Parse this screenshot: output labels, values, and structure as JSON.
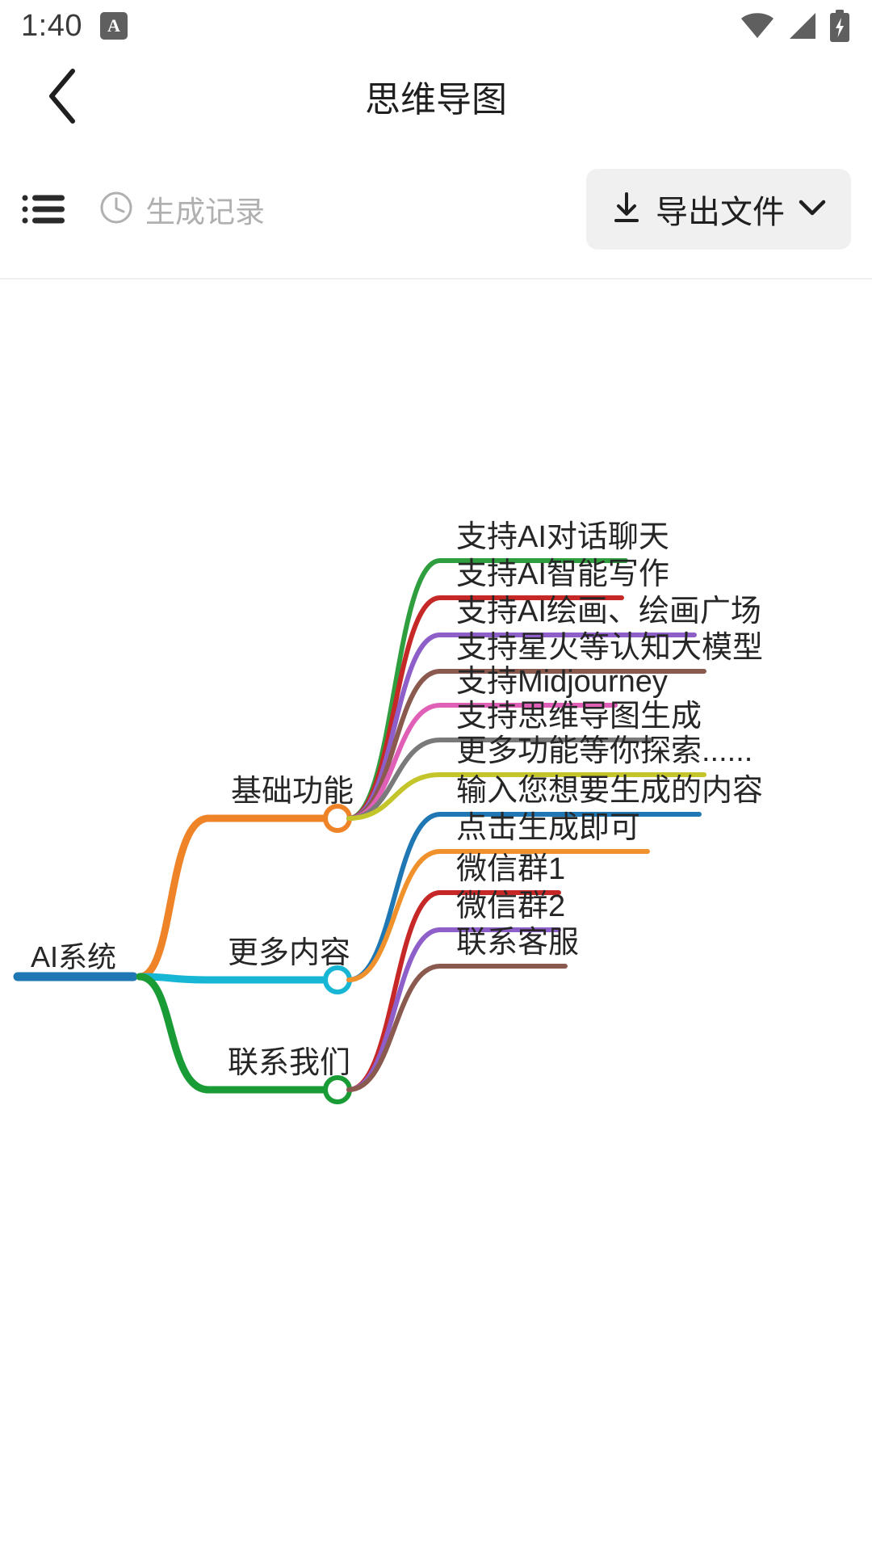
{
  "statusbar": {
    "time": "1:40",
    "app_badge": "A",
    "icons": [
      "wifi-icon",
      "signal-icon",
      "battery-charging-icon"
    ]
  },
  "titlebar": {
    "back_icon": "chevron-left-icon",
    "title": "思维导图"
  },
  "toolbar": {
    "list_icon": "list-icon",
    "history_icon": "clock-icon",
    "history_label": "生成记录",
    "export_icon": "download-icon",
    "export_label": "导出文件",
    "export_chevron": "chevron-down-icon"
  },
  "colors": {
    "root": "#1f77b4",
    "branch_basic": "#ef8327",
    "branch_more": "#17b6d4",
    "branch_contact": "#199b35",
    "leaf_green": "#2e9e3e",
    "leaf_red": "#c62828",
    "leaf_purple": "#8e5fc8",
    "leaf_brown": "#8a5a4e",
    "leaf_pink": "#e060b8",
    "leaf_gray": "#7a7a7a",
    "leaf_olive": "#c3c52a",
    "leaf_blue": "#1f77b4",
    "leaf_orange": "#f0912b",
    "text": "#262626",
    "muted": "#b0b0b0",
    "chip_bg": "#f0f0f0"
  },
  "mindmap": {
    "root": {
      "label": "AI系统",
      "color": "#1f77b4"
    },
    "branches": [
      {
        "label": "基础功能",
        "color": "#ef8327",
        "children": [
          {
            "label": "支持AI对话聊天",
            "color": "#2e9e3e"
          },
          {
            "label": "支持AI智能写作",
            "color": "#c62828"
          },
          {
            "label": "支持AI绘画、绘画广场",
            "color": "#8e5fc8"
          },
          {
            "label": "支持星火等认知大模型",
            "color": "#8a5a4e"
          },
          {
            "label": "支持Midjourney",
            "color": "#e060b8"
          },
          {
            "label": "支持思维导图生成",
            "color": "#7a7a7a"
          },
          {
            "label": "更多功能等你探索......",
            "color": "#c3c52a"
          }
        ]
      },
      {
        "label": "更多内容",
        "color": "#17b6d4",
        "children": [
          {
            "label": "输入您想要生成的内容",
            "color": "#1f77b4"
          },
          {
            "label": "点击生成即可",
            "color": "#f0912b"
          }
        ]
      },
      {
        "label": "联系我们",
        "color": "#199b35",
        "children": [
          {
            "label": "微信群1",
            "color": "#c62828"
          },
          {
            "label": "微信群2",
            "color": "#8e5fc8"
          },
          {
            "label": "联系客服",
            "color": "#8a5a4e"
          }
        ]
      }
    ]
  }
}
